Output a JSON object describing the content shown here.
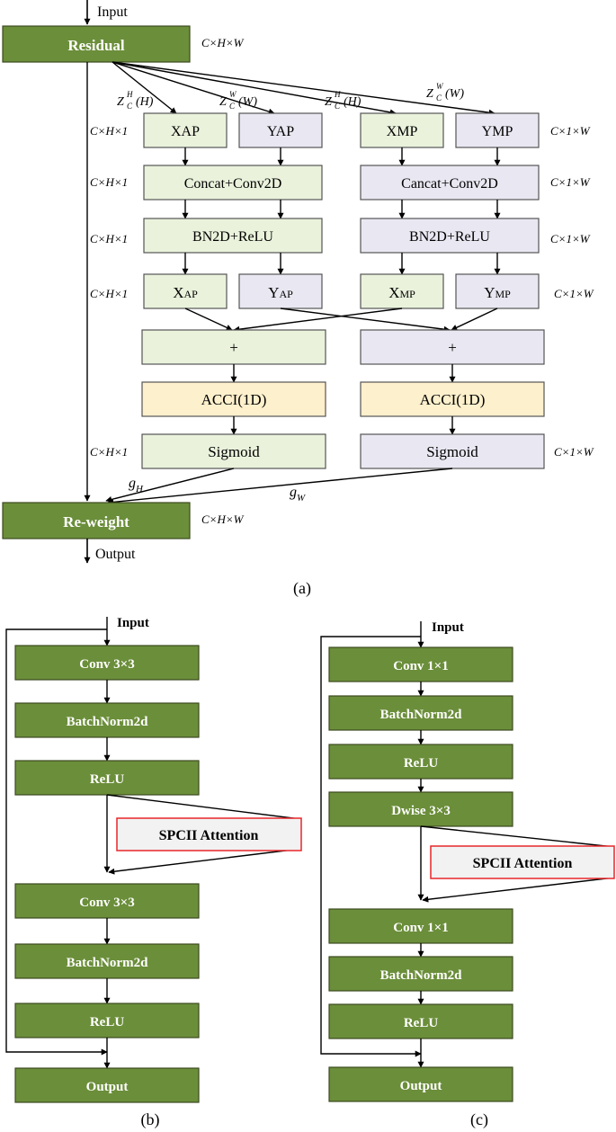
{
  "panel_a": {
    "caption": "(a)",
    "input_label": "Input",
    "output_label": "Output",
    "residual": "Residual",
    "reweight": "Re-weight",
    "dim_chw": "C×H×W",
    "dim_ch1": "C×H×1",
    "dim_c1w": "C×1×W",
    "z_letter": "Z",
    "z_sub": "C",
    "z_sup_h": "H",
    "z_sup_w": "W",
    "z_arg_h": "(H)",
    "z_arg_w": "(W)",
    "xap": "XAP",
    "yap": "YAP",
    "xmp": "XMP",
    "ymp": "YMP",
    "concat_left": "Concat+Conv2D",
    "concat_right": "Cancat+Conv2D",
    "bn_relu": "BN2D+ReLU",
    "x_letter": "X",
    "y_letter": "Y",
    "ap_sub": "AP",
    "mp_sub": "MP",
    "plus": "+",
    "acci": "ACCI(1D)",
    "sigmoid": "Sigmoid",
    "g_letter": "g",
    "g_sub_h": "H",
    "g_sub_w": "W"
  },
  "panel_b": {
    "caption": "(b)",
    "input_label": "Input",
    "conv1": "Conv 3×3",
    "bn1": "BatchNorm2d",
    "relu1": "ReLU",
    "attention": "SPCII Attention",
    "conv2": "Conv 3×3",
    "bn2": "BatchNorm2d",
    "relu2": "ReLU",
    "output": "Output"
  },
  "panel_c": {
    "caption": "(c)",
    "input_label": "Input",
    "conv1": "Conv 1×1",
    "bn1": "BatchNorm2d",
    "relu1": "ReLU",
    "dwise": "Dwise 3×3",
    "attention": "SPCII Attention",
    "conv2": "Conv 1×1",
    "bn2": "BatchNorm2d",
    "relu2": "ReLU",
    "output": "Output"
  },
  "colors": {
    "dark_green": "#6b8e3a",
    "light_green": "#eaf2dc",
    "lavender": "#e9e8f2",
    "cream": "#fdf0cc",
    "attention_fill": "#f2f2f2",
    "attention_border": "#e8262a"
  }
}
